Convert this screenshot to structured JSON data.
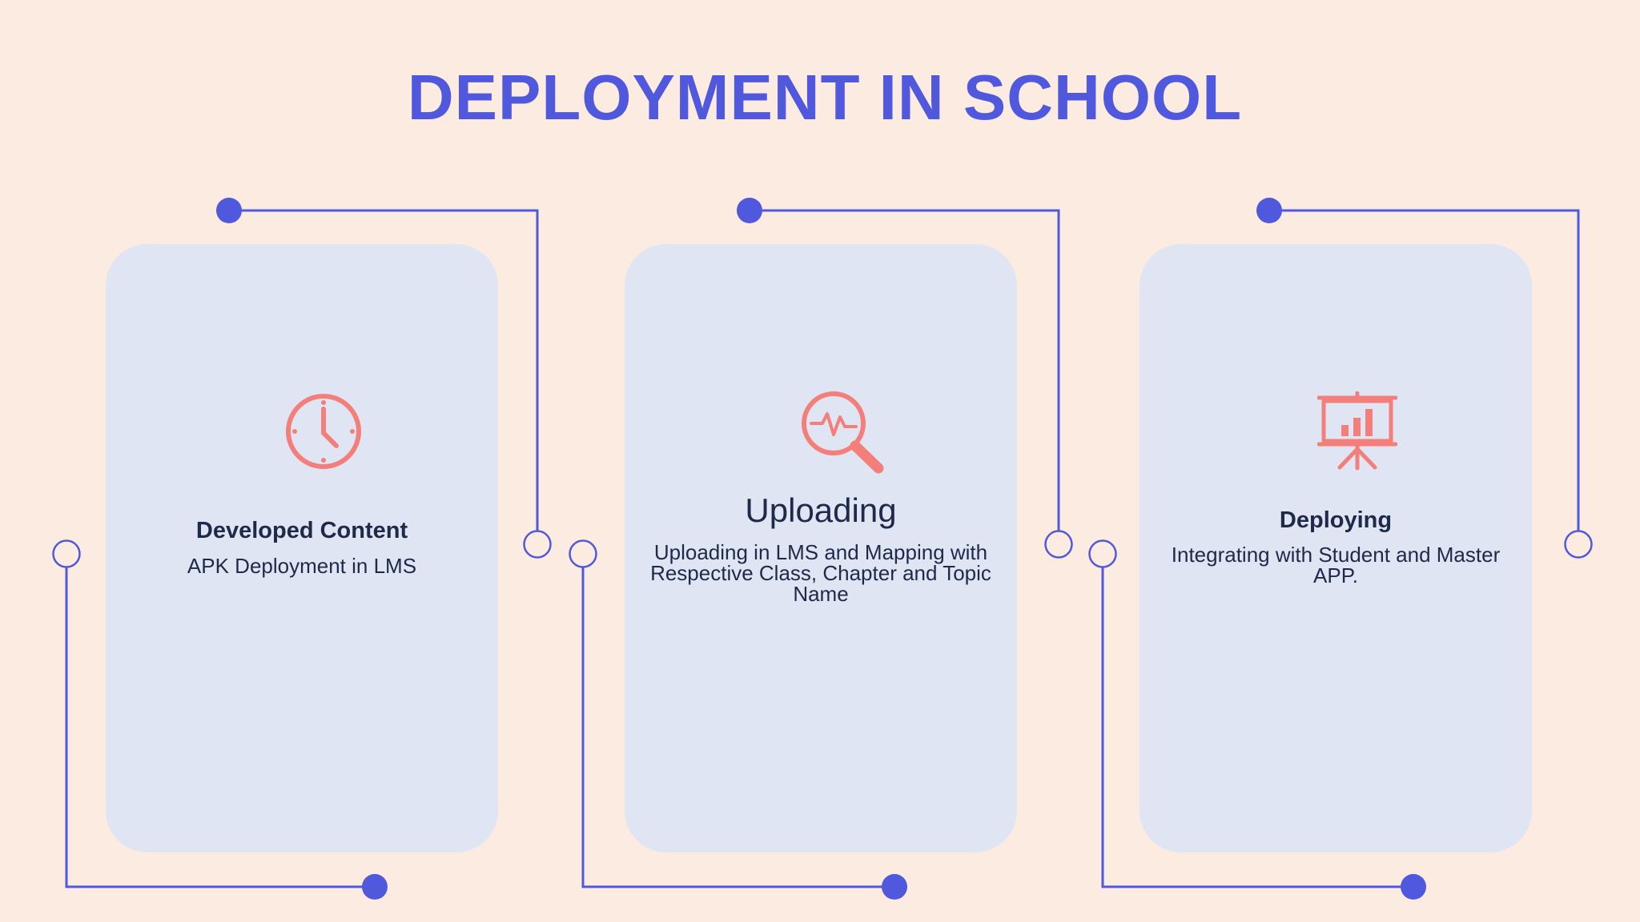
{
  "slide": {
    "title": "DEPLOYMENT IN SCHOOL"
  },
  "steps": [
    {
      "icon": "clock-icon",
      "heading": "Developed Content",
      "text": "APK Deployment  in LMS"
    },
    {
      "icon": "magnifier-pulse-icon",
      "heading": "Uploading",
      "text": "Uploading in LMS and Mapping with Respective Class, Chapter and Topic Name"
    },
    {
      "icon": "presentation-board-chart-icon",
      "heading": "Deploying",
      "text": "Integrating with Student and Master APP."
    }
  ],
  "colors": {
    "background": "#fbebe1",
    "card": "#dfe5f2",
    "accent": "#5059dd",
    "icon": "#f47f7a",
    "text": "#1f2a4a"
  }
}
